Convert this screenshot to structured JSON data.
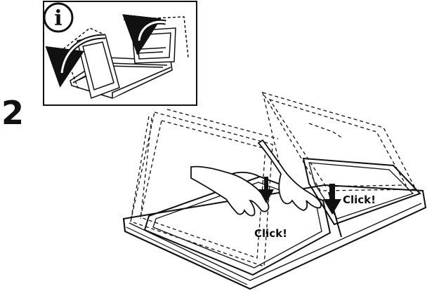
{
  "step": {
    "number": "2"
  },
  "info_box": {
    "icon_glyph": "i",
    "icon": "info-icon"
  },
  "callouts": {
    "left_click": "Click!",
    "right_click": "Click!"
  },
  "colors": {
    "ink": "#111111",
    "paper": "#ffffff"
  },
  "icons": [
    "info-icon",
    "rotate-arrow-icon",
    "down-arrow-icon",
    "hand-icon"
  ]
}
